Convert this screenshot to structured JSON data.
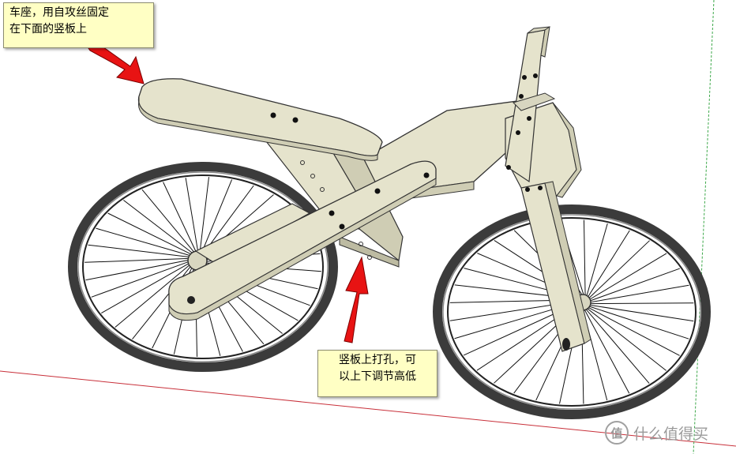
{
  "callouts": {
    "seat": "车座，用自攻丝固定\n在下面的竖板上",
    "hole": "竖板上打孔，可\n以上下调节高低"
  },
  "watermark": {
    "badge": "值",
    "text": "什么值得买"
  },
  "colors": {
    "wood": "#e5e3cc",
    "wood_shade": "#cfcdb4",
    "tire": "#3b3b3b",
    "spoke": "#111111",
    "arrow": "#e81313",
    "axis_red": "#c8303a",
    "axis_green": "#3da84a",
    "callout_bg": "#ffffc4"
  }
}
